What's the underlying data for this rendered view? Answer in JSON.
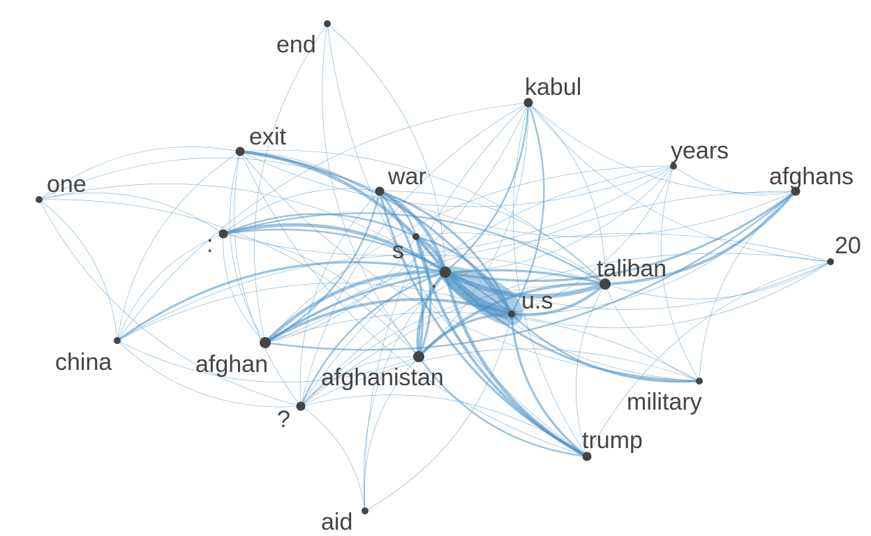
{
  "chart_data": {
    "type": "network",
    "nodes": [
      {
        "id": "end",
        "label": "end",
        "size": "small"
      },
      {
        "id": "kabul",
        "label": "kabul",
        "size": "medium"
      },
      {
        "id": "exit",
        "label": "exit",
        "size": "medium"
      },
      {
        "id": "years",
        "label": "years",
        "size": "small"
      },
      {
        "id": "war",
        "label": "war",
        "size": "medium"
      },
      {
        "id": "afghans",
        "label": "afghans",
        "size": "medium"
      },
      {
        "id": "one",
        "label": "one",
        "size": "small"
      },
      {
        "id": "colon",
        "label": ":",
        "size": "medium"
      },
      {
        "id": "s",
        "label": "s",
        "size": "small"
      },
      {
        "id": "20",
        "label": "20",
        "size": "small"
      },
      {
        "id": "dot",
        "label": ".",
        "size": "large"
      },
      {
        "id": "taliban",
        "label": "taliban",
        "size": "large"
      },
      {
        "id": "us",
        "label": "u.s",
        "size": "small"
      },
      {
        "id": "china",
        "label": "china",
        "size": "small"
      },
      {
        "id": "afghan",
        "label": "afghan",
        "size": "large"
      },
      {
        "id": "afghanistan",
        "label": "afghanistan",
        "size": "large"
      },
      {
        "id": "military",
        "label": "military",
        "size": "small"
      },
      {
        "id": "question",
        "label": "?",
        "size": "medium"
      },
      {
        "id": "trump",
        "label": "trump",
        "size": "medium"
      },
      {
        "id": "aid",
        "label": "aid",
        "size": "small"
      }
    ],
    "edges": [
      [
        "dot",
        "us",
        10
      ],
      [
        "dot",
        "taliban",
        4
      ],
      [
        "dot",
        "afghan",
        3
      ],
      [
        "dot",
        "afghanistan",
        3
      ],
      [
        "dot",
        "s",
        3
      ],
      [
        "dot",
        "war",
        3
      ],
      [
        "dot",
        "exit",
        3
      ],
      [
        "dot",
        "colon",
        3
      ],
      [
        "dot",
        "trump",
        3
      ],
      [
        "dot",
        "military",
        2
      ],
      [
        "dot",
        "afghans",
        2
      ],
      [
        "dot",
        "china",
        2
      ],
      [
        "dot",
        "kabul",
        1.5
      ],
      [
        "dot",
        "question",
        1.5
      ],
      [
        "dot",
        "years",
        1
      ],
      [
        "dot",
        "20",
        1
      ],
      [
        "dot",
        "one",
        1
      ],
      [
        "dot",
        "end",
        1
      ],
      [
        "dot",
        "aid",
        1
      ],
      [
        "us",
        "taliban",
        2.5
      ],
      [
        "us",
        "afghan",
        2.5
      ],
      [
        "us",
        "afghanistan",
        2
      ],
      [
        "us",
        "s",
        2
      ],
      [
        "us",
        "war",
        2
      ],
      [
        "us",
        "exit",
        2
      ],
      [
        "us",
        "colon",
        1.5
      ],
      [
        "us",
        "trump",
        2
      ],
      [
        "us",
        "military",
        1.5
      ],
      [
        "us",
        "kabul",
        1.5
      ],
      [
        "us",
        "afghans",
        1
      ],
      [
        "us",
        "china",
        1
      ],
      [
        "us",
        "20",
        1
      ],
      [
        "us",
        "years",
        1
      ],
      [
        "taliban",
        "afghanistan",
        2.5
      ],
      [
        "taliban",
        "afghan",
        2
      ],
      [
        "taliban",
        "afghans",
        2.5
      ],
      [
        "taliban",
        "kabul",
        1
      ],
      [
        "taliban",
        "war",
        1
      ],
      [
        "taliban",
        "colon",
        1.5
      ],
      [
        "taliban",
        "s",
        1
      ],
      [
        "taliban",
        "exit",
        1
      ],
      [
        "taliban",
        "trump",
        1
      ],
      [
        "taliban",
        "military",
        1
      ],
      [
        "taliban",
        "china",
        1
      ],
      [
        "taliban",
        "question",
        1
      ],
      [
        "taliban",
        "20",
        1
      ],
      [
        "afghan",
        "afghans",
        1.5
      ],
      [
        "afghan",
        "s",
        1
      ],
      [
        "afghan",
        "war",
        1.5
      ],
      [
        "afghan",
        "kabul",
        1
      ],
      [
        "afghanistan",
        "war",
        2
      ],
      [
        "afghanistan",
        "s",
        2
      ],
      [
        "afghanistan",
        "colon",
        1
      ],
      [
        "afghanistan",
        "trump",
        1.5
      ],
      [
        "afghanistan",
        "kabul",
        1
      ],
      [
        "afghanistan",
        "aid",
        1
      ],
      [
        "afghanistan",
        "one",
        1
      ],
      [
        "afghanistan",
        "question",
        1
      ],
      [
        "s",
        "war",
        1.5
      ],
      [
        "s",
        "exit",
        1
      ],
      [
        "s",
        "colon",
        1.5
      ],
      [
        "s",
        "trump",
        2.5
      ],
      [
        "s",
        "military",
        1
      ],
      [
        "war",
        "colon",
        1
      ],
      [
        "war",
        "one",
        1
      ],
      [
        "war",
        "trump",
        2
      ],
      [
        "war",
        "question",
        1
      ],
      [
        "war",
        "afghans",
        1
      ],
      [
        "exit",
        "one",
        1
      ],
      [
        "exit",
        "afghan",
        1
      ],
      [
        "exit",
        "trump",
        1
      ],
      [
        "exit",
        "question",
        1
      ],
      [
        "exit",
        "military",
        1
      ],
      [
        "exit",
        "years",
        1
      ],
      [
        "exit",
        "china",
        1
      ],
      [
        "colon",
        "one",
        1
      ],
      [
        "colon",
        "afghan",
        1
      ],
      [
        "colon",
        "china",
        1
      ],
      [
        "colon",
        "years",
        1
      ],
      [
        "kabul",
        "china",
        1
      ],
      [
        "kabul",
        "20",
        1
      ],
      [
        "kabul",
        "afghans",
        1
      ],
      [
        "kabul",
        "aid",
        1
      ],
      [
        "kabul",
        "trump",
        1
      ],
      [
        "kabul",
        "question",
        1
      ],
      [
        "end",
        "afghanistan",
        1
      ],
      [
        "end",
        "trump",
        1
      ],
      [
        "end",
        "afghan",
        1
      ],
      [
        "years",
        "afghans",
        1
      ],
      [
        "years",
        "military",
        1
      ],
      [
        "years",
        "afghan",
        1
      ],
      [
        "years",
        "question",
        1
      ],
      [
        "afghans",
        "military",
        1
      ],
      [
        "afghans",
        "question",
        1
      ],
      [
        "20",
        "afghan",
        1
      ],
      [
        "20",
        "question",
        1
      ],
      [
        "20",
        "trump",
        1
      ],
      [
        "china",
        "afghanistan",
        1
      ],
      [
        "china",
        "question",
        1
      ],
      [
        "china",
        "one",
        1
      ],
      [
        "military",
        "afghan",
        1
      ],
      [
        "military",
        "question",
        1
      ],
      [
        "trump",
        "question",
        1
      ],
      [
        "one",
        "question",
        1
      ],
      [
        "aid",
        "question",
        1
      ],
      [
        "aid",
        "us",
        1
      ]
    ]
  }
}
